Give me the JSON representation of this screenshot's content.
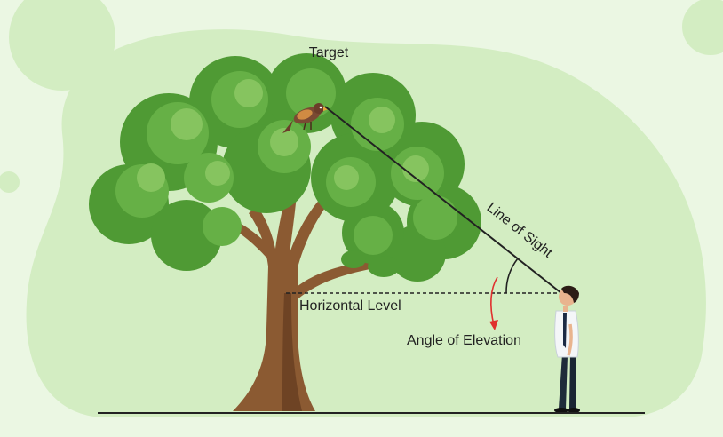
{
  "labels": {
    "target": "Target",
    "line_of_sight": "Line of Sight",
    "horizontal_level": "Horizontal Level",
    "angle_of_elevation": "Angle of Elevation"
  },
  "colors": {
    "background_outer": "#ebf7e3",
    "background_blob": "#d3edc2",
    "leaf_dark": "#4f9a34",
    "leaf_mid": "#66b046",
    "leaf_light": "#86c45f",
    "trunk": "#8b5a32",
    "trunk_dark": "#6e4324",
    "line": "#222222",
    "arrow": "#e0302e"
  }
}
